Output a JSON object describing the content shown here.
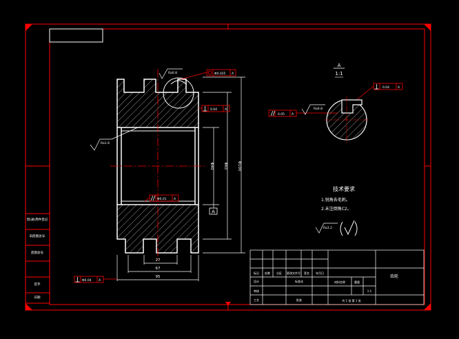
{
  "section_view": {
    "letter": "A",
    "scale": "1:1"
  },
  "datum": {
    "letter": "A"
  },
  "gdt": {
    "coaxiality_top": {
      "value": "Φ0.025",
      "datum": "A"
    },
    "perp_right": {
      "value": "0.04",
      "datum": "A"
    },
    "perp_section": {
      "value": "0.04",
      "datum": "A"
    },
    "parallel_section": {
      "value": "0.05",
      "datum": "A"
    },
    "bore_frame": {
      "value": "Φ0.01",
      "datum": "A"
    },
    "perp_bottom": {
      "value": "Φ0.04",
      "datum": "A"
    }
  },
  "roughness": {
    "top": "Ra0.8",
    "left": "Ra1.6",
    "section": "Ra0.8",
    "general": "Ra3.2"
  },
  "dimensions": {
    "bottom_1": "27",
    "bottom_2": "67",
    "bottom_3": "95",
    "vertical_1": "Φ40",
    "vertical_2": "Φ65",
    "vertical_3": "Φ100"
  },
  "tech_requirements": {
    "title": "技术要求",
    "item1": "1.锐角去毛刺。",
    "item2": "2.未注倒角C2。"
  },
  "title_block": {
    "part_name": "齿轮",
    "material_cell": "材料名称",
    "ratio": "1:1",
    "mass_label": "重量",
    "sheet_text": "共 1 张  第 1 张",
    "row_labels": [
      "标记",
      "处数",
      "分区",
      "更改文件号",
      "签名",
      "年月日"
    ],
    "designer": "设计",
    "standard": "标准化",
    "review": "审核",
    "process": "工艺",
    "approve": "批准"
  },
  "side_strip": [
    "借(通)用件登记",
    "旧底图总号",
    "底图总号",
    "签字",
    "日期"
  ]
}
